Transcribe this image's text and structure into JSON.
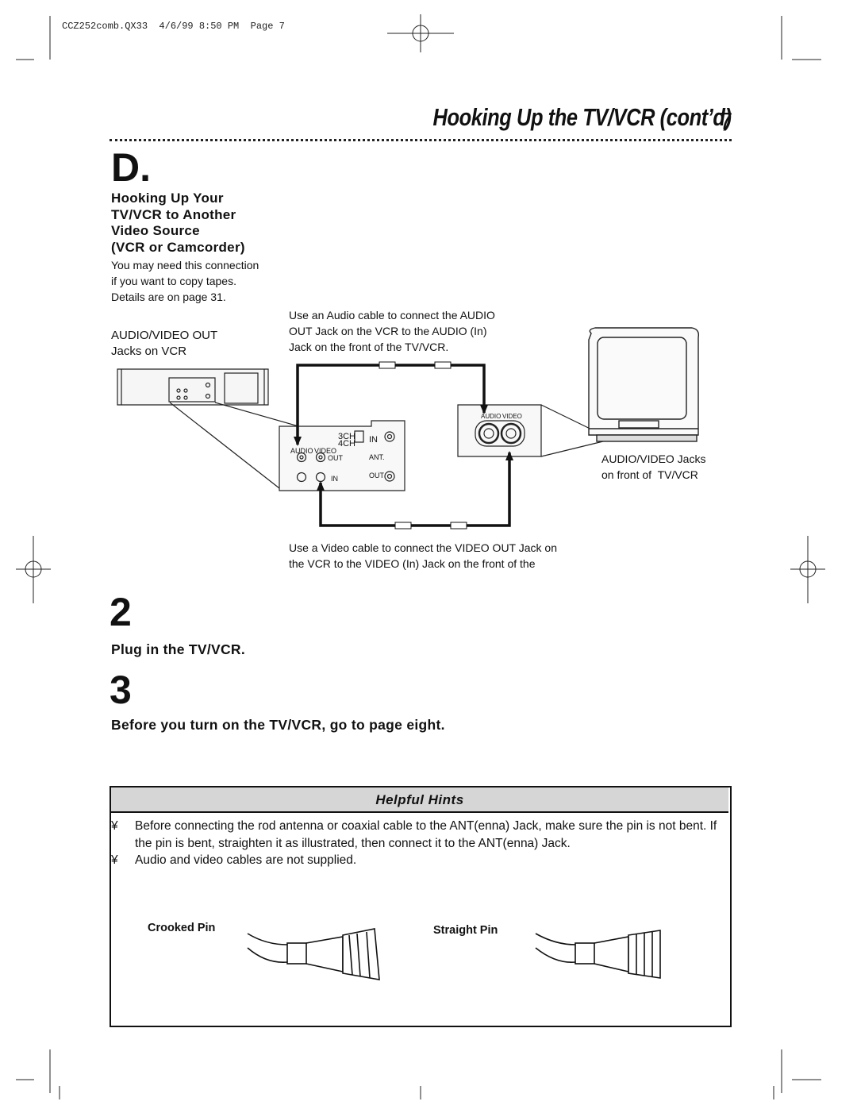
{
  "slug": "CCZ252comb.QX33  4/6/99 8:50 PM  Page 7",
  "page_title": "Hooking Up the TV/VCR (cont’d)",
  "page_number": "7",
  "section": {
    "letter": "D.",
    "heading": "Hooking Up Your\nTV/VCR to Another\nVideo Source\n(VCR or Camcorder)",
    "body": "You may need this connection\nif you want to copy tapes.\nDetails are on page 31."
  },
  "diagram": {
    "vcr_label": "AUDIO/VIDEO OUT\nJacks on VCR",
    "audio_callout": "Use an Audio cable to connect the AUDIO\nOUT Jack on the VCR to the AUDIO (In)\nJack on the front of the TV/VCR.",
    "tv_label": "AUDIO/VIDEO Jacks\non front of  TV/VCR",
    "video_callout": "Use a Video cable to connect the VIDEO OUT Jack on\nthe VCR to the VIDEO (In) Jack on the front of the",
    "panel_labels": {
      "ch3": "3CH",
      "ch4": "4CH",
      "in_top": "IN",
      "audio": "AUDIO",
      "video": "VIDEO",
      "out": "OUT",
      "ant": "ANT.",
      "in_bottom": "IN",
      "out_bottom": "OUT",
      "tv_audio": "AUDIO",
      "tv_video": "VIDEO"
    }
  },
  "steps": [
    {
      "number": "2",
      "text": "Plug in the TV/VCR."
    },
    {
      "number": "3",
      "text": "Before you turn on the TV/VCR, go to page eight."
    }
  ],
  "hints": {
    "title": "Helpful Hints",
    "bullet": "¥",
    "items": [
      "Before connecting the rod antenna or coaxial cable to the ANT(enna) Jack, make sure the pin is not bent. If",
      "the pin is bent, straighten it as illustrated, then connect it to the ANT(enna) Jack.",
      "Audio and video cables are not supplied."
    ],
    "crooked_pin": "Crooked Pin",
    "straight_pin": "Straight Pin"
  }
}
